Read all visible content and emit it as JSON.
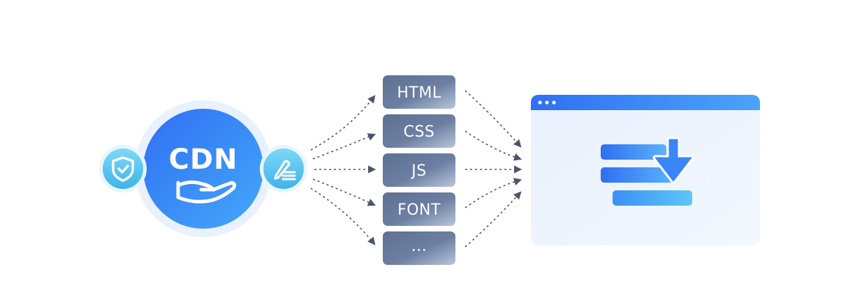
{
  "cdn": {
    "label": "CDN"
  },
  "assets": [
    {
      "label": "HTML"
    },
    {
      "label": "CSS"
    },
    {
      "label": "JS"
    },
    {
      "label": "FONT"
    },
    {
      "label": "..."
    }
  ],
  "icons": {
    "left_badge": "shield-check-icon",
    "right_badge": "edit-document-icon",
    "cdn_hand": "open-hand-icon",
    "browser_content": "download-list-icon"
  },
  "colors": {
    "cdn_blue": "#3d86f7",
    "badge_cyan": "#5fc9f0",
    "asset_box": "#66799c",
    "arrow": "#4d5569",
    "browser_bar": "#3b82f6",
    "browser_body": "#eef4fd"
  }
}
